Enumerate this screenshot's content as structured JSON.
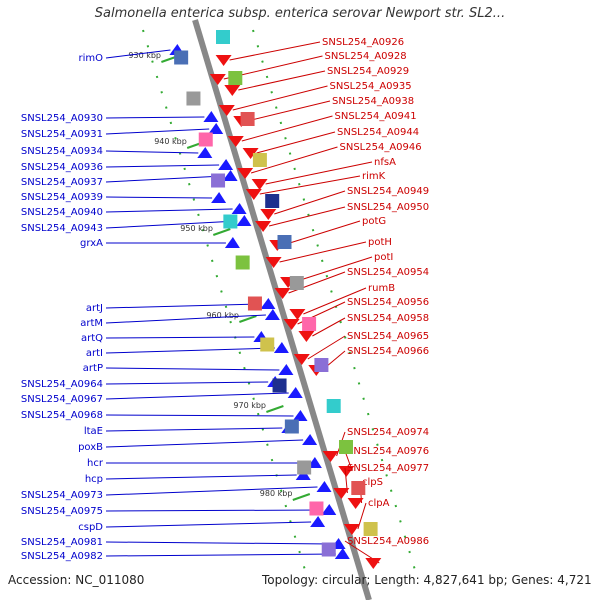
{
  "title": "Salmonella enterica subsp. enterica serovar Newport str. SL2...",
  "footer": {
    "accession": "Accession: NC_011080",
    "topology": "Topology: circular; Length: 4,827,641 bp; Genes: 4,721"
  },
  "colors": {
    "left_labels": "#0000cc",
    "right_labels": "#cc0000",
    "backbone": "#888888",
    "tick": "#33aa33"
  },
  "kbp_markers": [
    "930 kbp",
    "940 kbp",
    "950 kbp",
    "960 kbp",
    "970 kbp",
    "980 kbp"
  ],
  "left_labels": [
    "rimO",
    "SNSL254_A0930",
    "SNSL254_A0931",
    "SNSL254_A0934",
    "SNSL254_A0936",
    "SNSL254_A0937",
    "SNSL254_A0939",
    "SNSL254_A0940",
    "SNSL254_A0943",
    "grxA",
    "artJ",
    "artM",
    "artQ",
    "artI",
    "artP",
    "SNSL254_A0964",
    "SNSL254_A0967",
    "SNSL254_A0968",
    "ltaE",
    "poxB",
    "hcr",
    "hcp",
    "SNSL254_A0973",
    "SNSL254_A0975",
    "cspD",
    "SNSL254_A0981",
    "SNSL254_A0982"
  ],
  "right_labels": [
    "SNSL254_A0926",
    "SNSL254_A0928",
    "SNSL254_A0929",
    "SNSL254_A0935",
    "SNSL254_A0938",
    "SNSL254_A0941",
    "SNSL254_A0944",
    "SNSL254_A0946",
    "nfsA",
    "rimK",
    "SNSL254_A0949",
    "SNSL254_A0950",
    "potG",
    "potH",
    "potI",
    "SNSL254_A0954",
    "rumB",
    "SNSL254_A0956",
    "SNSL254_A0958",
    "SNSL254_A0965",
    "SNSL254_A0966",
    "SNSL254_A0974",
    "SNSL254_A0976",
    "SNSL254_A0977",
    "clpS",
    "clpA",
    "SNSL254_A0986"
  ]
}
